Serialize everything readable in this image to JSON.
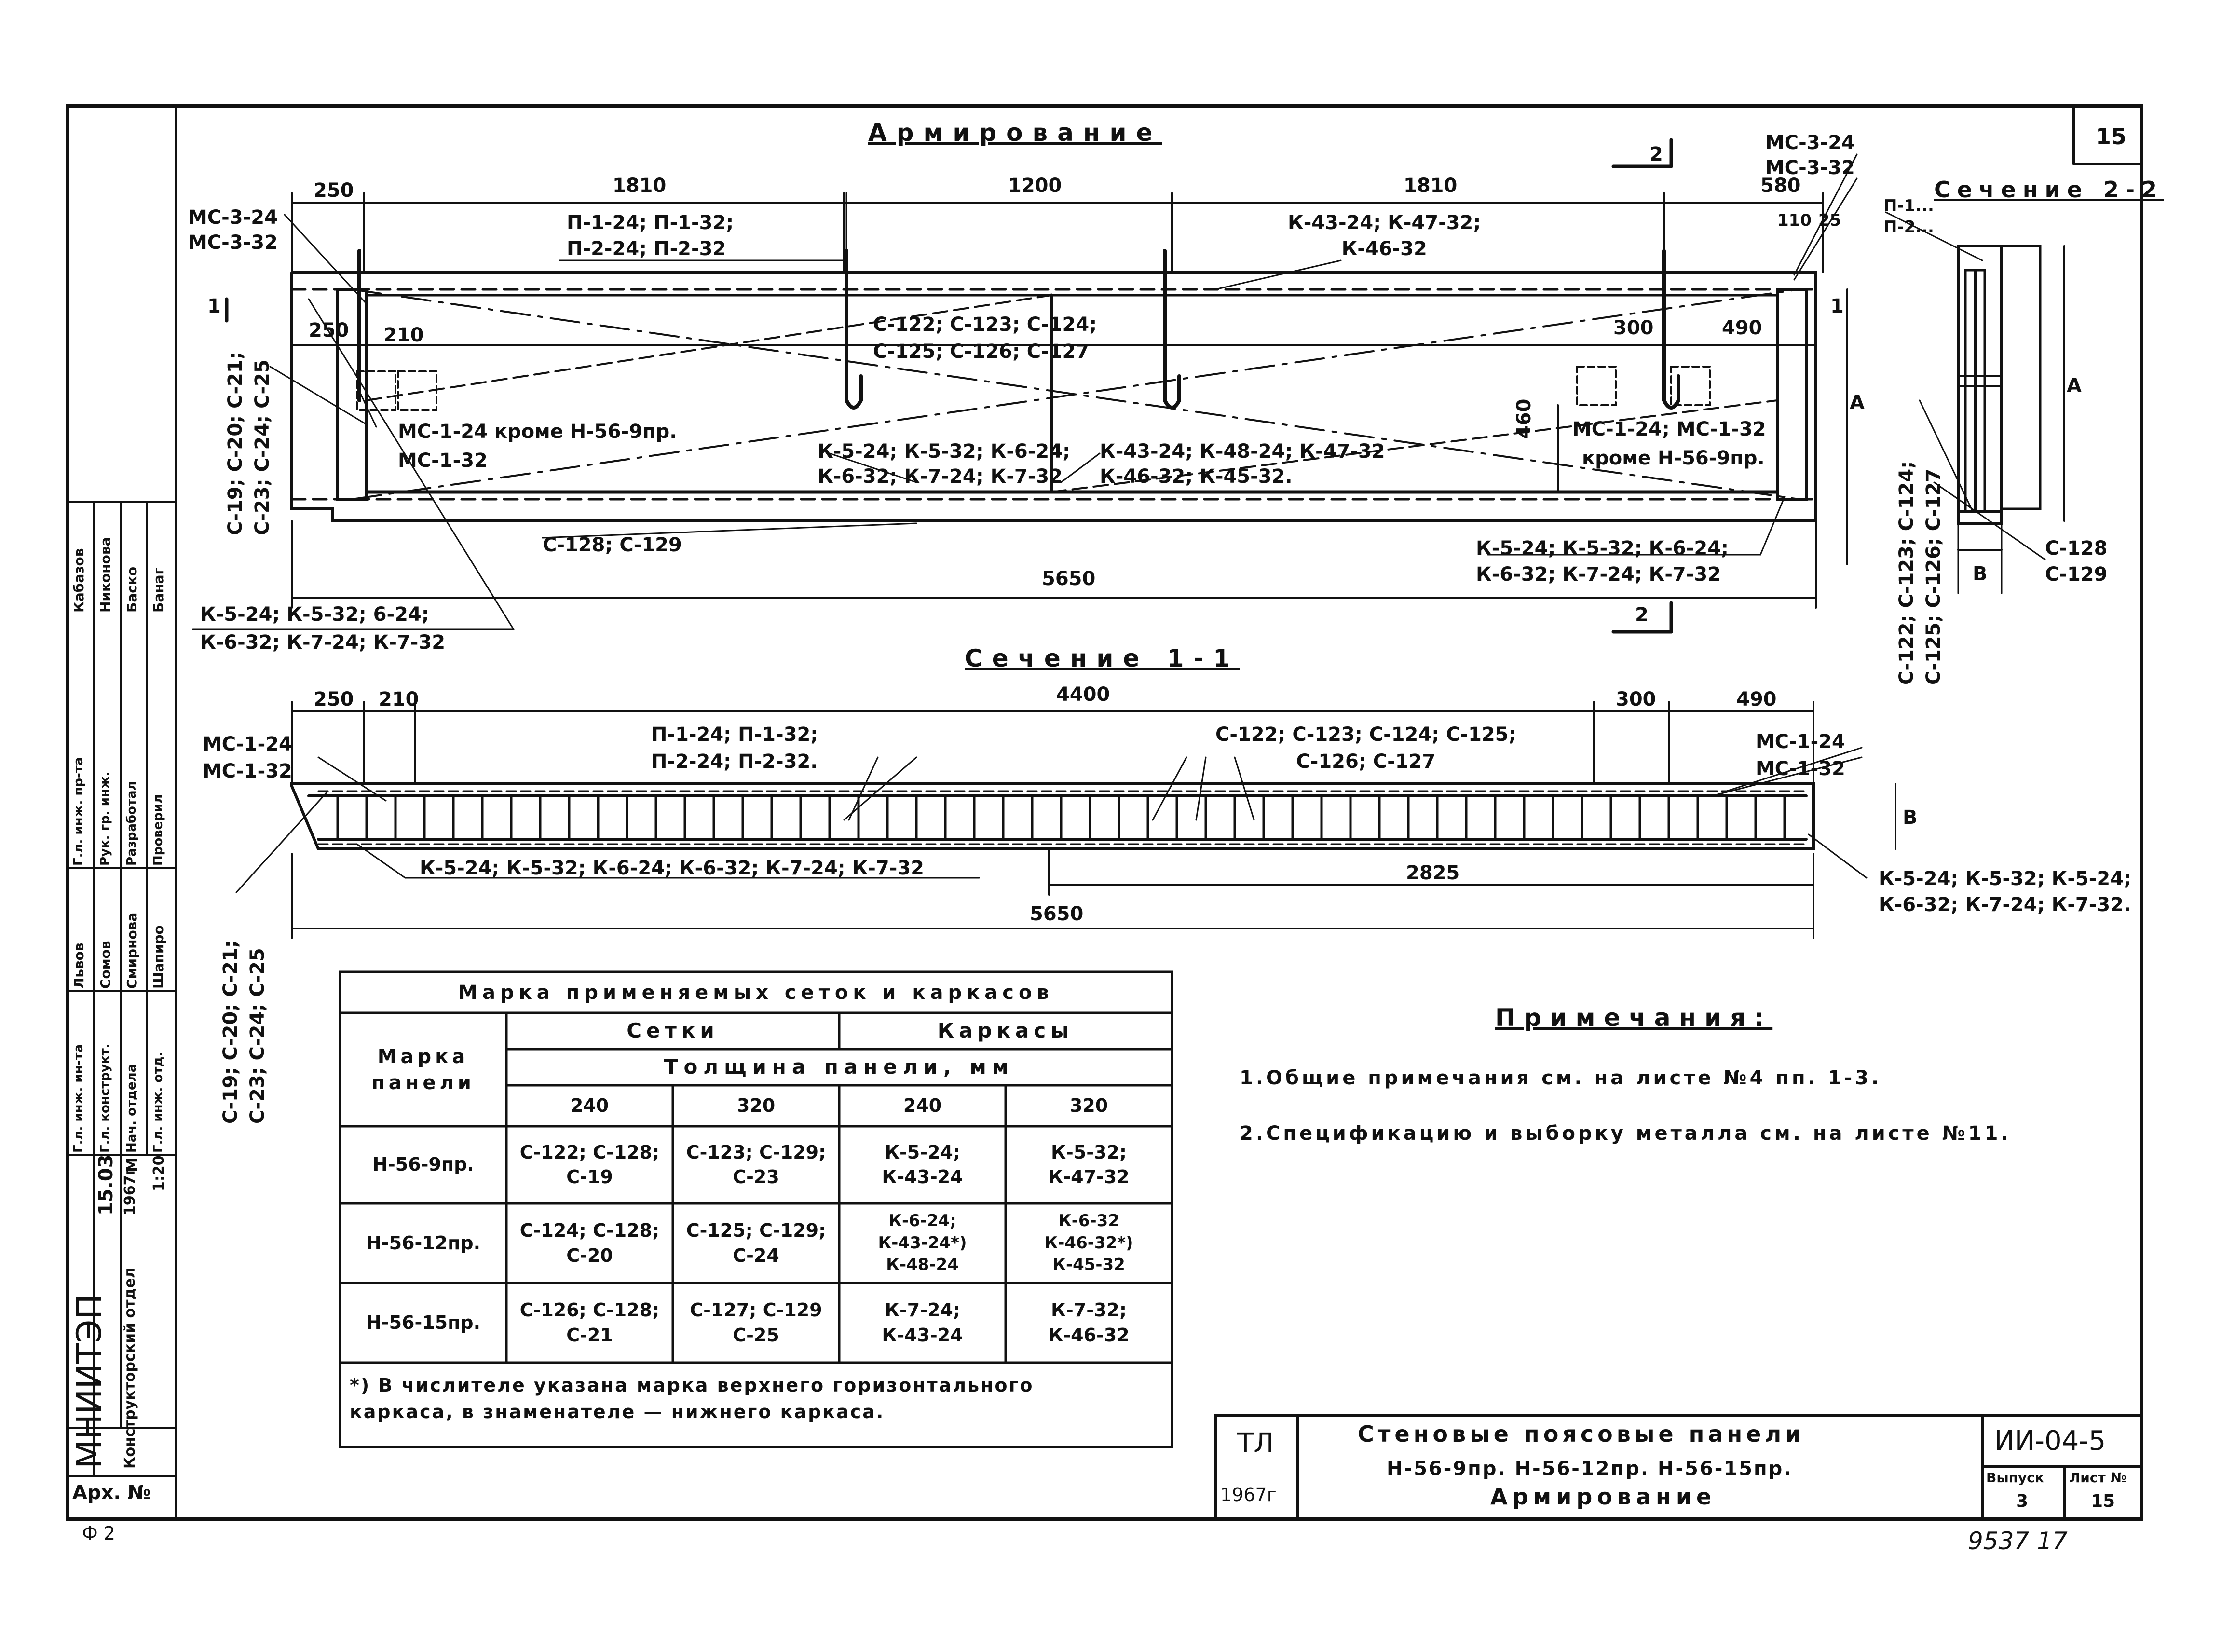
{
  "sheet_number": "15",
  "stamp": {
    "org": "МНИИТЭП",
    "department": "Конструкторский отдел",
    "arch_label": "Арх. №",
    "date": "15.03",
    "year": "1967г.",
    "scale_label": "М",
    "scale": "1:20",
    "roles": [
      "Г.л. инж. ин-та",
      "Г.л. конструкт.",
      "Нач. отдела",
      "Г.л. инж. отд."
    ],
    "roles2": [
      "Г.л. инж. пр-та",
      "Рук. гр. инж.",
      "Разработал",
      "Проверил"
    ],
    "names": [
      "Львов",
      "Сомов",
      "Смирнова",
      "Шапиро"
    ],
    "names2": [
      "Кабазов",
      "Никонова",
      "Баско",
      "Банаг"
    ],
    "corner_mark": "Ф 2"
  },
  "main_view": {
    "title": "Армирование",
    "dims_top": [
      "250",
      "1810",
      "1200",
      "1810",
      "580"
    ],
    "dim_top_right": [
      "110",
      "25"
    ],
    "dim_overall": "5650",
    "dims_inner_left": [
      "250",
      "210"
    ],
    "dims_inner_right": [
      "300",
      "490"
    ],
    "dim_vertical": "460",
    "dim_a": "А",
    "section_mark_1": "1",
    "section_mark_2": "2",
    "labels": {
      "mc_top_left": "МС-3-24\nМС-3-32",
      "mc_top_right": "МС-3-24\nМС-3-32",
      "p_top": "П-1-24; П-1-32;\nП-2-24; П-2-32",
      "k_top": "К-43-24; К-47-32;\nК-46-32",
      "c_mid": "С-122; С-123; С-124;\nС-125; С-126; С-127",
      "mc1_left": "МС-1-24 кроме Н-56-9пр.",
      "mc1_left2": "МС-1-32",
      "mc1_right": "МС-1-24; МС-1-32",
      "mc1_right2": "кроме Н-56-9пр.",
      "k_lower_left": "К-5-24; К-5-32; К-6-24;\nК-6-32; К-7-24; К-7-32",
      "k_lower_mid": "К-43-24; К-48-24; К-47-32\nК-46-32; К-45-32.",
      "c128": "С-128; С-129",
      "k_bottom_right": "К-5-24; К-5-32; К-6-24;\nК-6-32; К-7-24; К-7-32",
      "k_bottom_left": "К-5-24; К-5-32; 6-24;\nК-6-32; К-7-24; К-7-32",
      "c_vertical_left": "С-19; С-20; С-21;\nС-23; С-24; С-25"
    }
  },
  "section_22": {
    "title": "Сечение 2-2",
    "p_label": "П-1...\nП-2...",
    "dim_a": "А",
    "dim_b": "В",
    "c_vertical": "С-122; С-123; С-124;\nС-125; С-126; С-127",
    "c128": "С-128\nС-129"
  },
  "section_11": {
    "title": "Сечение 1-1",
    "dims_top": [
      "250",
      "210",
      "4400",
      "300",
      "490"
    ],
    "dim_mid": "2825",
    "dim_overall": "5650",
    "dim_b": "В",
    "labels": {
      "mc_left": "МС-1-24\nМС-1-32",
      "mc_right": "МС-1-24\nМС-1-32",
      "p_top": "П-1-24; П-1-32;\nП-2-24; П-2-32.",
      "c_top": "С-122; С-123; С-124; С-125;\nС-126; С-127",
      "k_bottom": "К-5-24; К-5-32; К-6-24; К-6-32; К-7-24; К-7-32",
      "k_right": "К-5-24; К-5-32; К-5-24;\nК-6-32; К-7-24; К-7-32.",
      "c_vertical": "С-19; С-20; С-21;\nС-23; С-24; С-25"
    }
  },
  "marks_table": {
    "title": "Марка применяемых сеток и каркасов",
    "col_panel": "Марка панели",
    "col_nets": "Сетки",
    "col_frames": "Каркасы",
    "thickness": "Толщина панели, мм",
    "sizes": [
      "240",
      "320",
      "240",
      "320"
    ],
    "rows": [
      {
        "panel": "Н-56-9пр.",
        "c240": "С-122; С-128;\nС-19",
        "c320": "С-123; С-129;\nС-23",
        "k240": "К-5-24;\nК-43-24",
        "k320": "К-5-32;\nК-47-32"
      },
      {
        "panel": "Н-56-12пр.",
        "c240": "С-124; С-128;\nС-20",
        "c320": "С-125; С-129;\nС-24",
        "k240": "К-6-24;\nК-43-24*)\nК-48-24",
        "k320": "К-6-32\nК-46-32*)\nК-45-32"
      },
      {
        "panel": "Н-56-15пр.",
        "c240": "С-126; С-128;\nС-21",
        "c320": "С-127; С-129\nС-25",
        "k240": "К-7-24;\nК-43-24",
        "k320": "К-7-32;\nК-46-32"
      }
    ],
    "footnote": "*) В числителе указана марка верхнего горизонтального\nкаркаса, в знаменателе — нижнего каркаса."
  },
  "notes": {
    "title": "Примечания:",
    "items": [
      "1.Общие примечания см. на листе №4 пп. 1-3.",
      "2.Спецификацию и выборку металла см. на листе №11."
    ]
  },
  "title_block": {
    "org_code": "ТЛ",
    "year": "1967г",
    "title_1": "Стеновые поясовые панели",
    "title_2": "Н-56-9пр. Н-56-12пр. Н-56-15пр.",
    "title_3": "Армирование",
    "series": "ИИ-04-5",
    "issue_label": "Выпуск",
    "issue": "3",
    "sheet_label": "Лист №",
    "sheet": "15"
  },
  "footer_number": "9537 17"
}
